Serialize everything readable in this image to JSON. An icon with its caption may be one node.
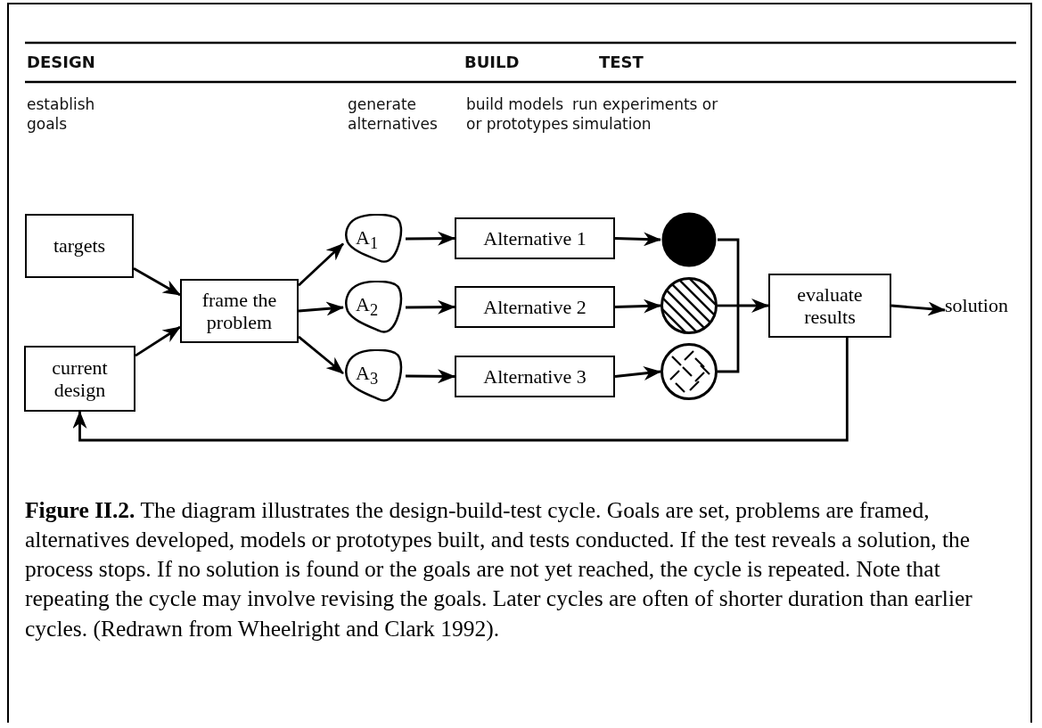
{
  "diagram": {
    "caption": "**Figure II.2.** The diagram illustrates the design-build-test cycle. Goals are set, problems are framed, alternatives developed, models or prototypes built, and tests conducted. If the test reveals a solution, the process stops. If no solution is found or the goals are not yet reached, the cycle is repeated. Note that repeating the cycle may involve revising the goals. Later cycles are often of shorter duration than earlier cycles. (Redrawn from Wheelright and Clark 1992).",
    "nodes": [
      {
        "text": [
          "targets"
        ]
      },
      {
        "text": [
          "current design"
        ]
      },
      {
        "text": [
          "frame the problem"
        ]
      },
      {
        "text": [
          "A$_{1}$"
        ]
      },
      {
        "text": [
          "A$_{2}$"
        ]
      },
      {
        "text": [
          "A$_{3}$"
        ]
      },
      {
        "text": [
          "Alternative 1"
        ]
      },
      {
        "text": [
          "Alternative 2"
        ]
      },
      {
        "text": [
          "Alternative 3"
        ]
      },
      {
        "text": [],
        "shape": "circle"
      },
      {
        "text": [],
        "shape": "circle"
      },
      {
        "text": [],
        "shape": "circle"
      },
      {
        "text": [
          "evaluate results"
        ]
      },
      {
        "text": [
          "solution"
        ]
      }
    ],
    "edges": [
      {
        "from": 0,
        "to": 2,
        "arrow": "to"
      },
      {
        "from": 1,
        "to": 2,
        "arrow": "to"
      },
      {
        "from": 2,
        "to": 3,
        "arrow": "to"
      },
      {
        "from": 2,
        "to": 4,
        "arrow": "to"
      },
      {
        "from": 2,
        "to": 5,
        "arrow": "to"
      },
      {
        "from": 3,
        "to": 6,
        "arrow": "to"
      },
      {
        "from": 4,
        "to": 7,
        "arrow": "to"
      },
      {
        "from": 5,
        "to": 8,
        "arrow": "to"
      },
      {
        "from": 6,
        "to": 9,
        "arrow": "to"
      },
      {
        "from": 7,
        "to": 10,
        "arrow": "to"
      },
      {
        "from": 8,
        "to": 11,
        "arrow": "to"
      },
      {
        "from": 9,
        "to": 12,
        "arrow": "to"
      },
      {
        "from": 10,
        "to": 12,
        "arrow": "to"
      },
      {
        "from": 11,
        "to": 12,
        "arrow": "to"
      },
      {
        "from": 12,
        "to": 13,
        "arrow": "to"
      },
      {
        "from": 12,
        "to": 1,
        "arrow": "to"
      }
    ],
    "labels": [
      "DESIGN",
      "BUILD",
      "TEST",
      "establish goals",
      "generate alternatives",
      "build models or prototypes",
      "run experiments or simulation"
    ]
  }
}
